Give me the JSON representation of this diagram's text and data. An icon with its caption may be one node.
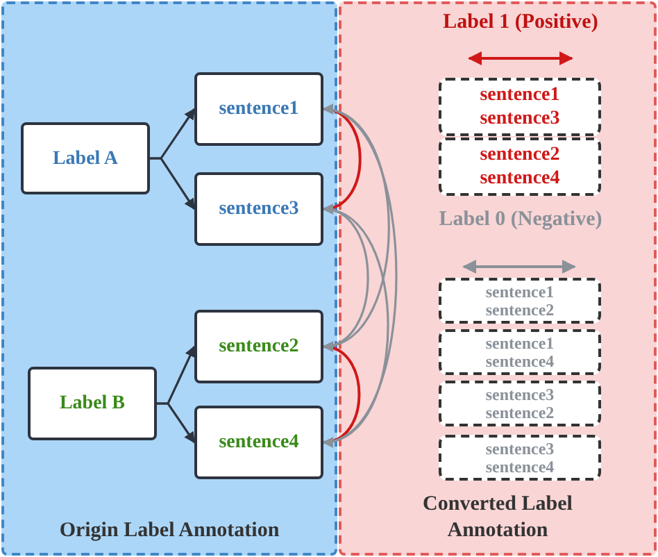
{
  "diagram": {
    "nodes": [
      {
        "text": [
          "Origin Label Annotation"
        ]
      },
      {
        "text": [
          "Label A"
        ],
        "in": 0
      },
      {
        "text": [
          "sentence1"
        ],
        "in": 0
      },
      {
        "text": [
          "sentence3"
        ],
        "in": 0
      },
      {
        "text": [
          "Label B"
        ],
        "in": 0
      },
      {
        "text": [
          "sentence2"
        ],
        "in": 0
      },
      {
        "text": [
          "sentence4"
        ],
        "in": 0
      },
      {
        "text": [
          "Converted Label Annotation"
        ]
      },
      {
        "text": [
          "sentence1 sentence3"
        ],
        "in": 7
      },
      {
        "text": [
          "sentence2 sentence4"
        ],
        "in": 7
      },
      {
        "text": [
          "sentence1 sentence2"
        ],
        "in": 7
      },
      {
        "text": [
          "sentence1 sentence4"
        ],
        "in": 7
      },
      {
        "text": [
          "sentence3 sentence2"
        ],
        "in": 7
      },
      {
        "text": [
          "sentence3 sentence4"
        ],
        "in": 7
      }
    ],
    "edges": [
      {
        "from": 1,
        "to": 2,
        "arrow": "to"
      },
      {
        "from": 1,
        "to": 3,
        "arrow": "to"
      },
      {
        "from": 4,
        "to": 5,
        "arrow": "to"
      },
      {
        "from": 4,
        "to": 6,
        "arrow": "to"
      },
      {
        "from": 2,
        "to": 3,
        "arrow": "none",
        "color": "#d01818"
      },
      {
        "from": 5,
        "to": 6,
        "arrow": "none",
        "color": "#d01818"
      },
      {
        "from": 2,
        "to": 5,
        "arrow": "both",
        "color": "#8a9199"
      },
      {
        "from": 2,
        "to": 6,
        "arrow": "both",
        "color": "#8a9199"
      },
      {
        "from": 3,
        "to": 5,
        "arrow": "both",
        "color": "#8a9199"
      },
      {
        "from": 3,
        "to": 6,
        "arrow": "both",
        "color": "#8a9199"
      }
    ],
    "labels": [
      "Label 1 (Positive)",
      "Label 0 (Negative)"
    ]
  }
}
